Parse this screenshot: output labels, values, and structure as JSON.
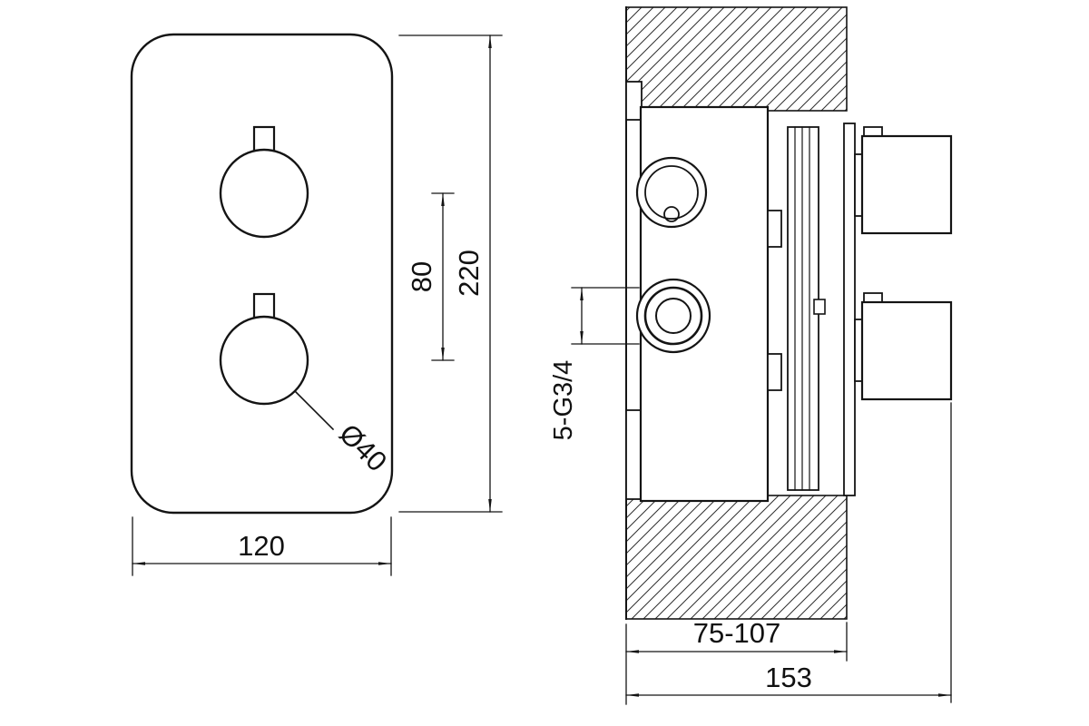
{
  "drawing": {
    "description_colors": {
      "line": "#141414",
      "background": "#ffffff"
    },
    "front_view": {
      "dim_height": "220",
      "dim_knob_spacing": "80",
      "dim_width": "120",
      "dim_knob_diameter": "Ø40"
    },
    "side_view": {
      "dim_thread": "5-G3/4",
      "dim_depth_range": "75-107",
      "dim_total_depth": "153"
    }
  }
}
